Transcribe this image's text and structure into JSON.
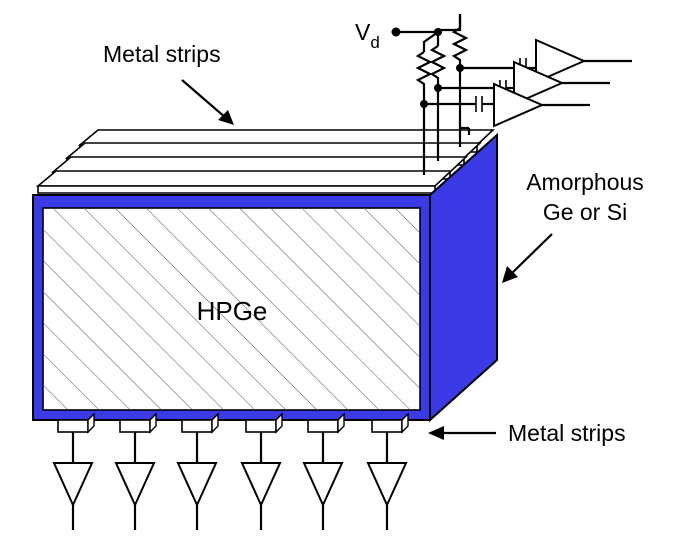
{
  "labels": {
    "top_strips": "Metal strips",
    "bottom_strips": "Metal strips",
    "amorphous_line1": "Amorphous",
    "amorphous_line2": "Ge or Si",
    "crystal": "HPGe",
    "vd_main": "V",
    "vd_sub": "d"
  },
  "colors": {
    "contact_blue": "#3a3ae6",
    "outline": "#000000",
    "hatch": "#555555",
    "background": "#ffffff"
  },
  "counts": {
    "top_strips": 4,
    "bottom_strips": 6,
    "bottom_preamps": 6,
    "top_preamps": 3
  }
}
